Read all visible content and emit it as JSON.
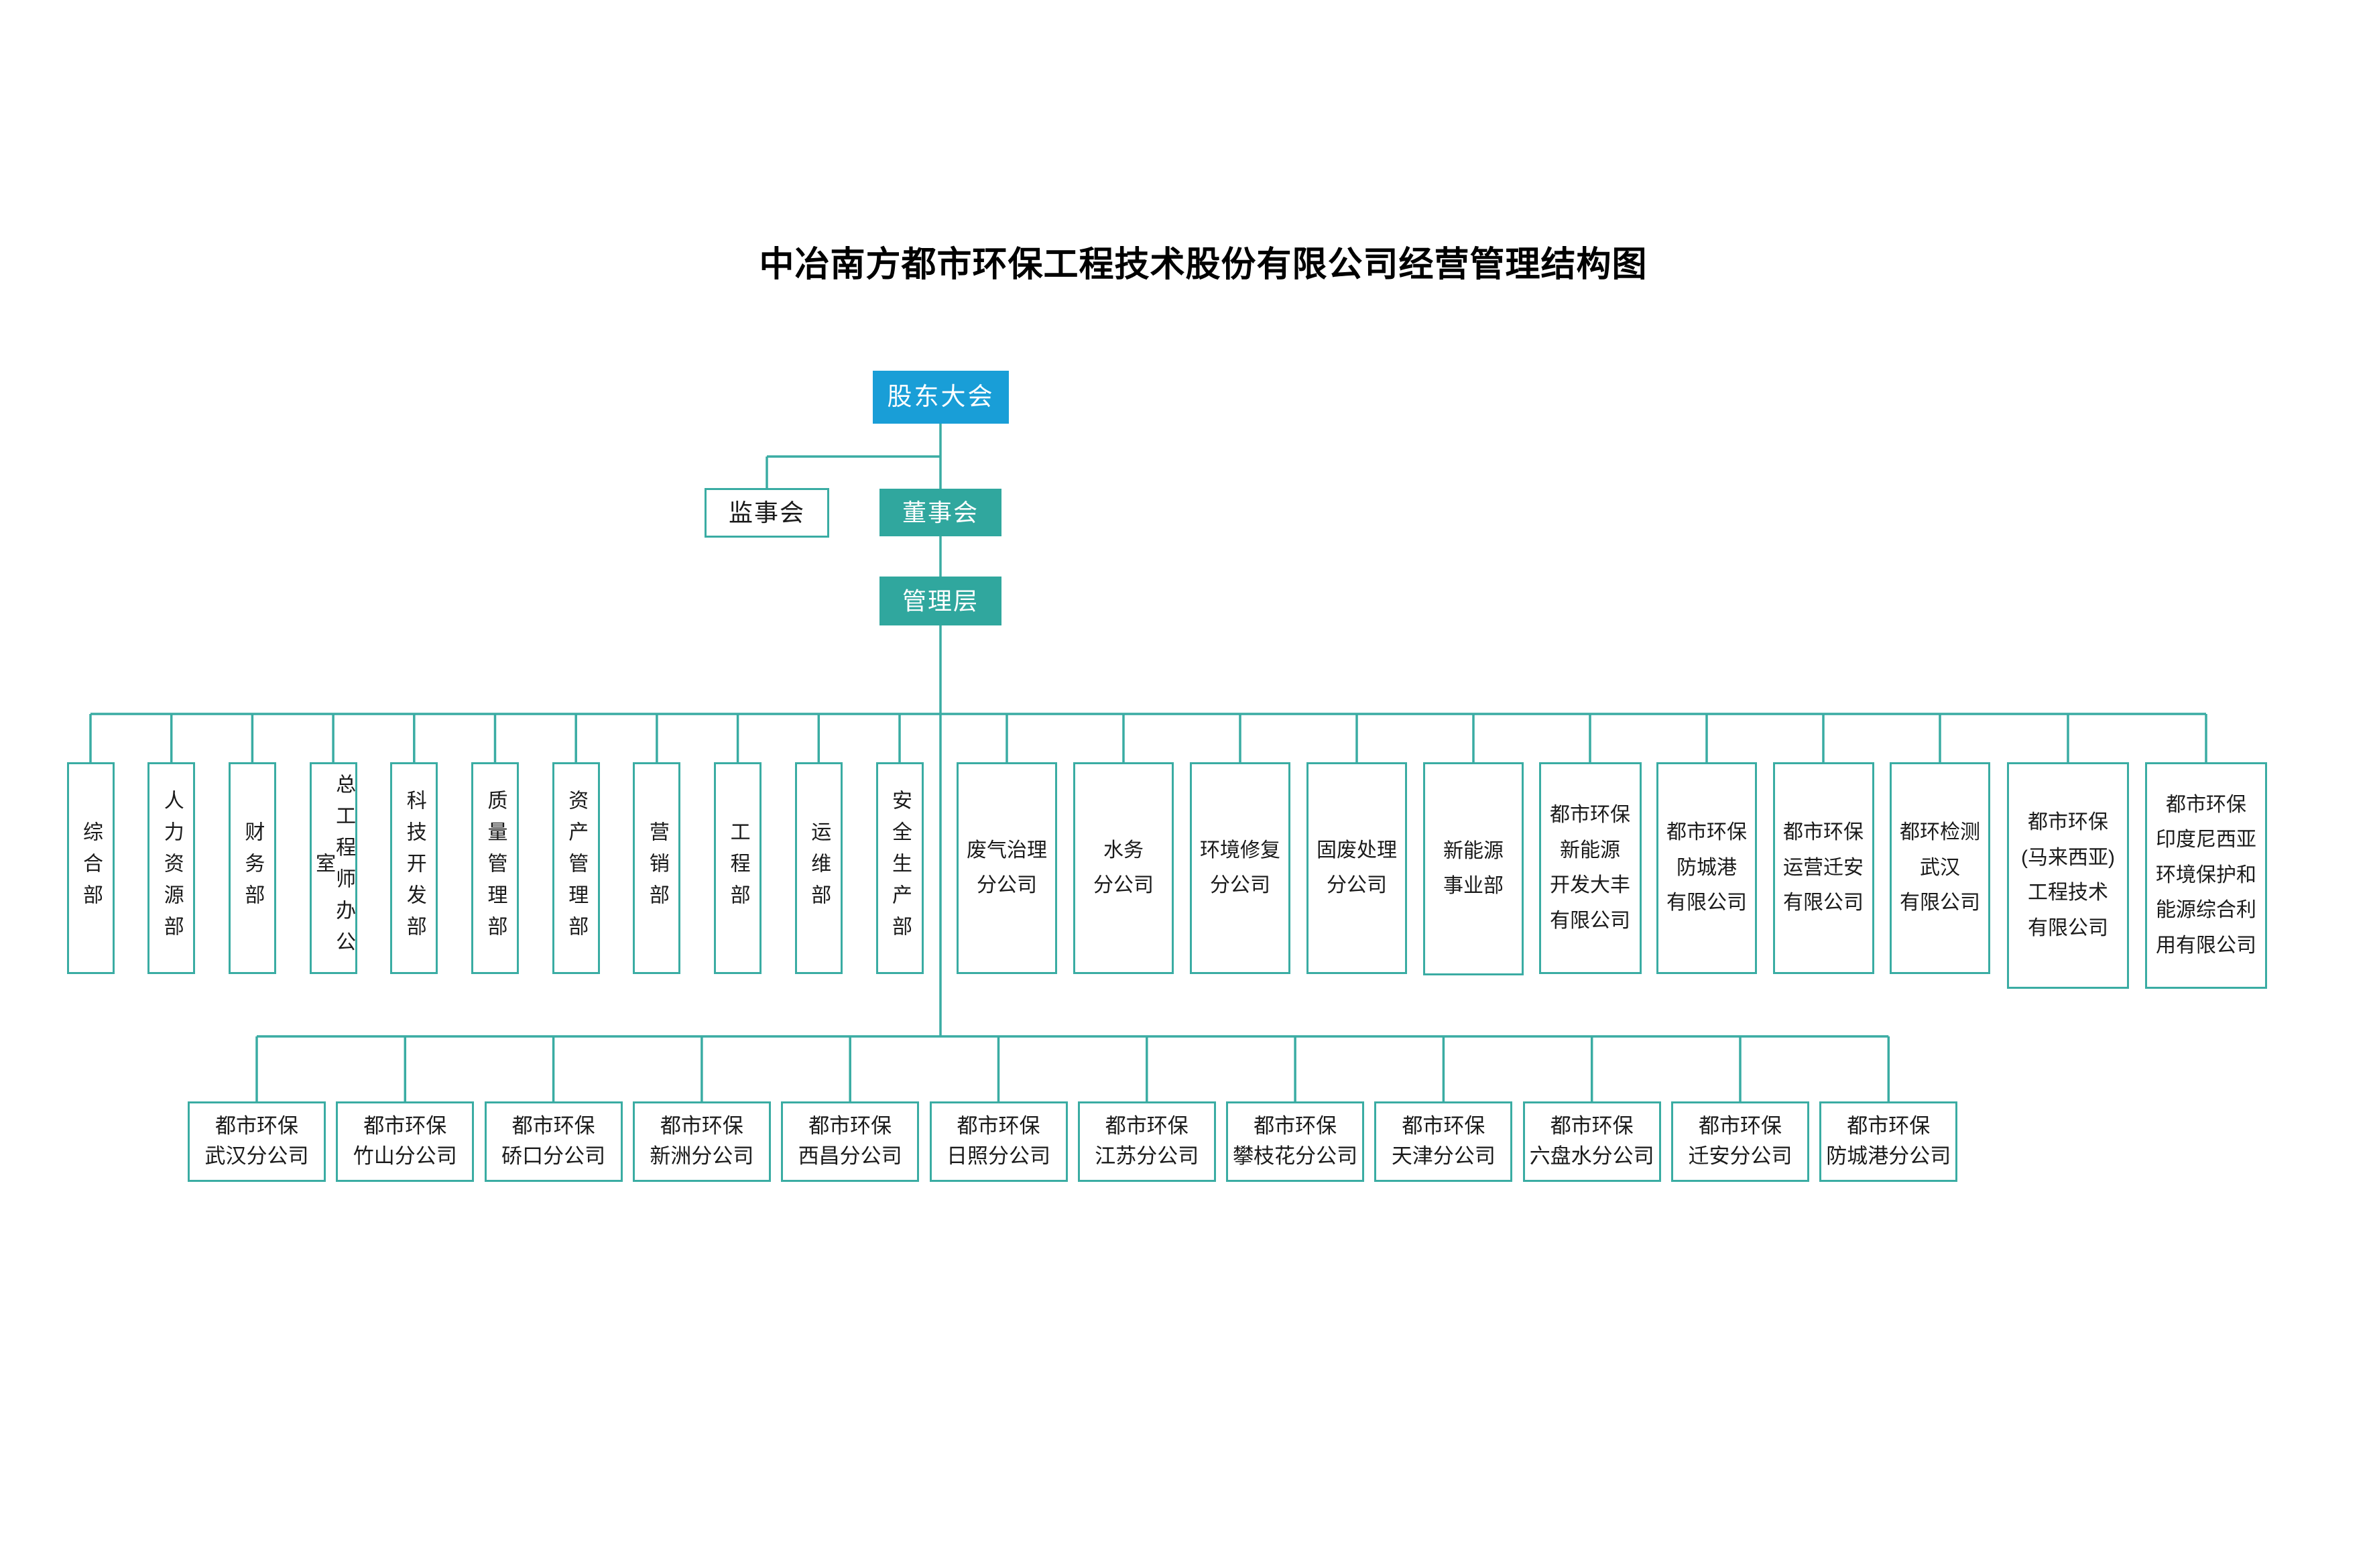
{
  "title": "中冶南方都市环保工程技术股份有限公司经营管理结构图",
  "colors": {
    "node_blue": "#199ED7",
    "node_teal": "#30A79E",
    "line_teal": "#3AACA3",
    "text_dark": "#1A1A1A"
  },
  "top_nodes": {
    "shareholders": {
      "label": "股东大会"
    },
    "supervisors": {
      "label": "监事会"
    },
    "board": {
      "label": "董事会"
    },
    "management": {
      "label": "管理层"
    }
  },
  "departments": [
    "综合部",
    "人力资源部",
    "财务部",
    "总工程师办公室",
    "科技开发部",
    "质量管理部",
    "资产管理部",
    "营销部",
    "工程部",
    "运维部",
    "安全生产部"
  ],
  "subsidiaries": [
    "废气治理\n分公司",
    "水务\n分公司",
    "环境修复\n分公司",
    "固废处理\n分公司",
    "新能源\n事业部",
    "都市环保\n新能源\n开发大丰\n有限公司",
    "都市环保\n防城港\n有限公司",
    "都市环保\n运营迁安\n有限公司",
    "都环检测\n武汉\n有限公司",
    "都市环保\n(马来西亚)\n工程技术\n有限公司",
    "都市环保\n印度尼西亚\n环境保护和\n能源综合利\n用有限公司"
  ],
  "branches": [
    "都市环保\n武汉分公司",
    "都市环保\n竹山分公司",
    "都市环保\n硚口分公司",
    "都市环保\n新洲分公司",
    "都市环保\n西昌分公司",
    "都市环保\n日照分公司",
    "都市环保\n江苏分公司",
    "都市环保\n攀枝花分公司",
    "都市环保\n天津分公司",
    "都市环保\n六盘水分公司",
    "都市环保\n迁安分公司",
    "都市环保\n防城港分公司"
  ]
}
